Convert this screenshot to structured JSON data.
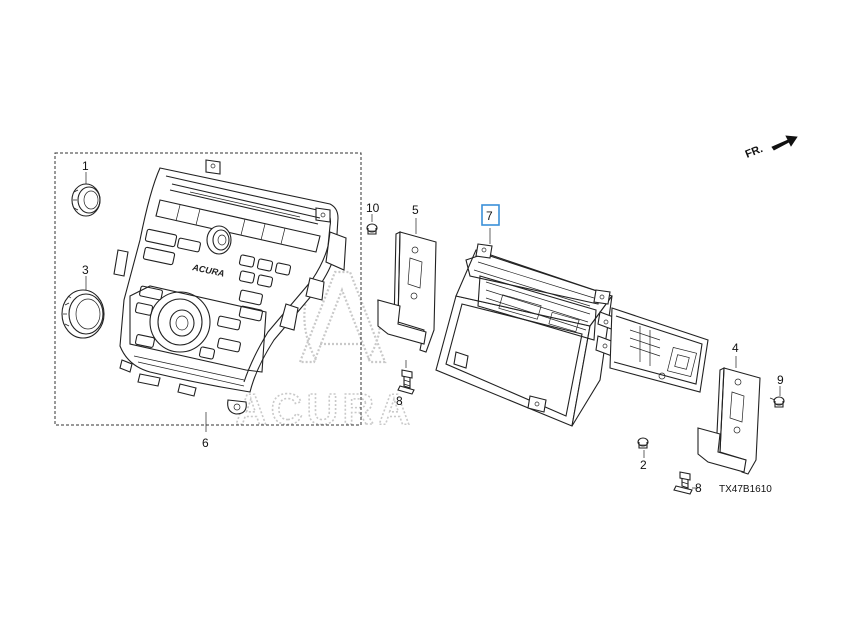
{
  "diagram": {
    "direction_marker": "FR.",
    "diagram_code": "TX47B1610",
    "highlight_color": "#3a8fd8",
    "watermark_text": "ACURA",
    "panel_logo_text": "ACURA",
    "callouts": {
      "knob_upper": "1",
      "knob_lower": "3",
      "screw_top": "10",
      "bracket_left": "5",
      "unit_main": "7",
      "bracket_right": "4",
      "bolt_right": "9",
      "screw_bottom": "2",
      "bolt_left": "8",
      "bolt_bottom": "8",
      "panel_assy": "6"
    }
  }
}
